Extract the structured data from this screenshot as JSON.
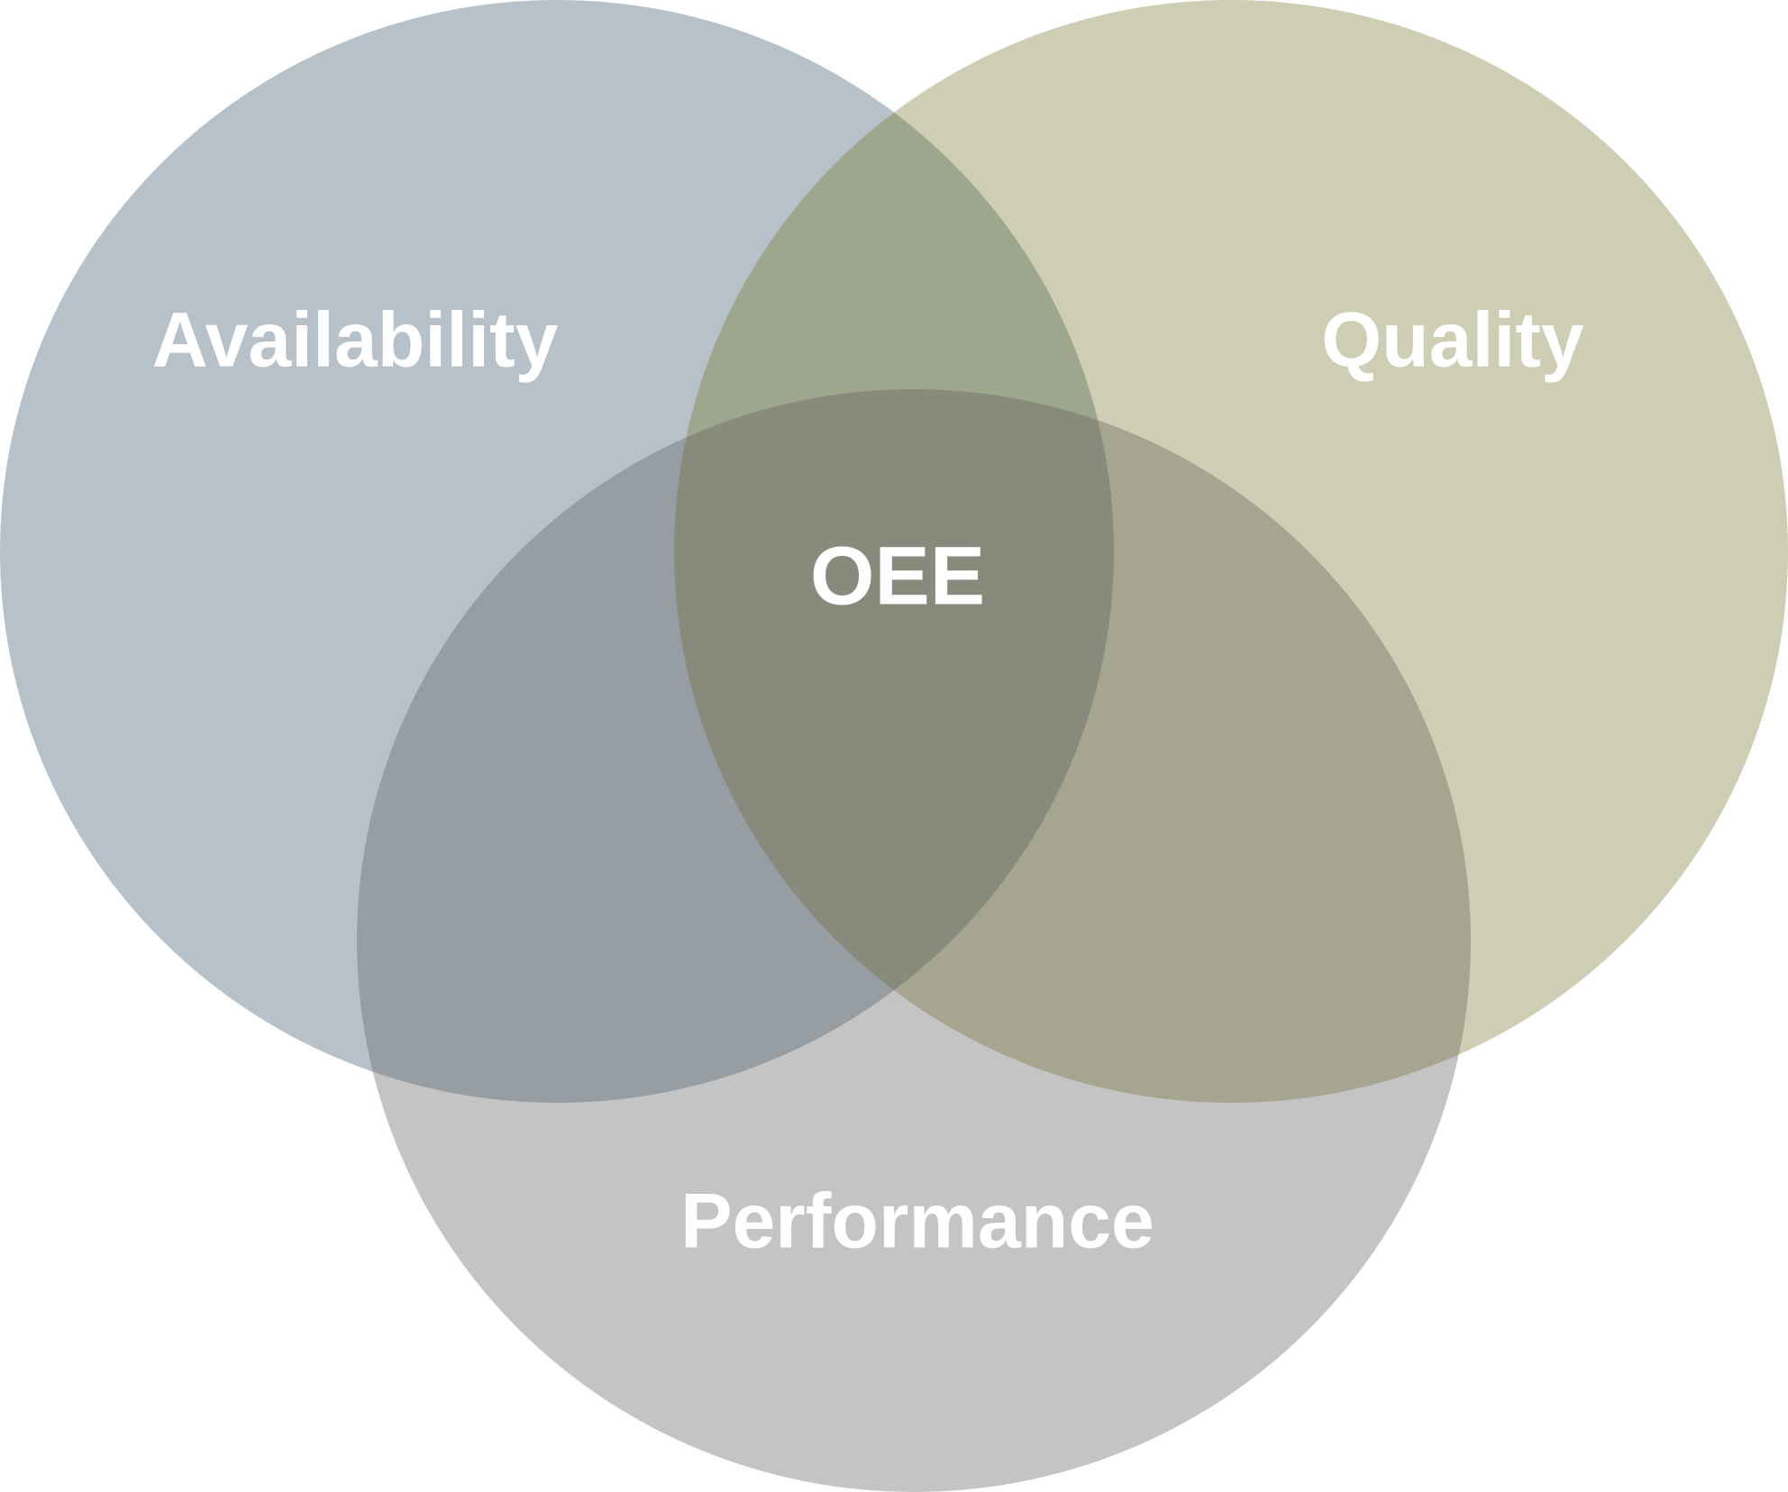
{
  "diagram": {
    "type": "venn",
    "sets": [
      {
        "key": "availability",
        "label": "Availability",
        "color": "#b6c1c9"
      },
      {
        "key": "quality",
        "label": "Quality",
        "color": "#cdceb3"
      },
      {
        "key": "performance",
        "label": "Performance",
        "color": "#c4c4c4"
      }
    ],
    "intersection_label": "OEE",
    "region_colors": {
      "availability_quality": "#9ea68d",
      "availability_performance": "#969ea4",
      "quality_performance": "#a6a690",
      "all": "#888b7c"
    },
    "label_color": "#ffffff"
  }
}
